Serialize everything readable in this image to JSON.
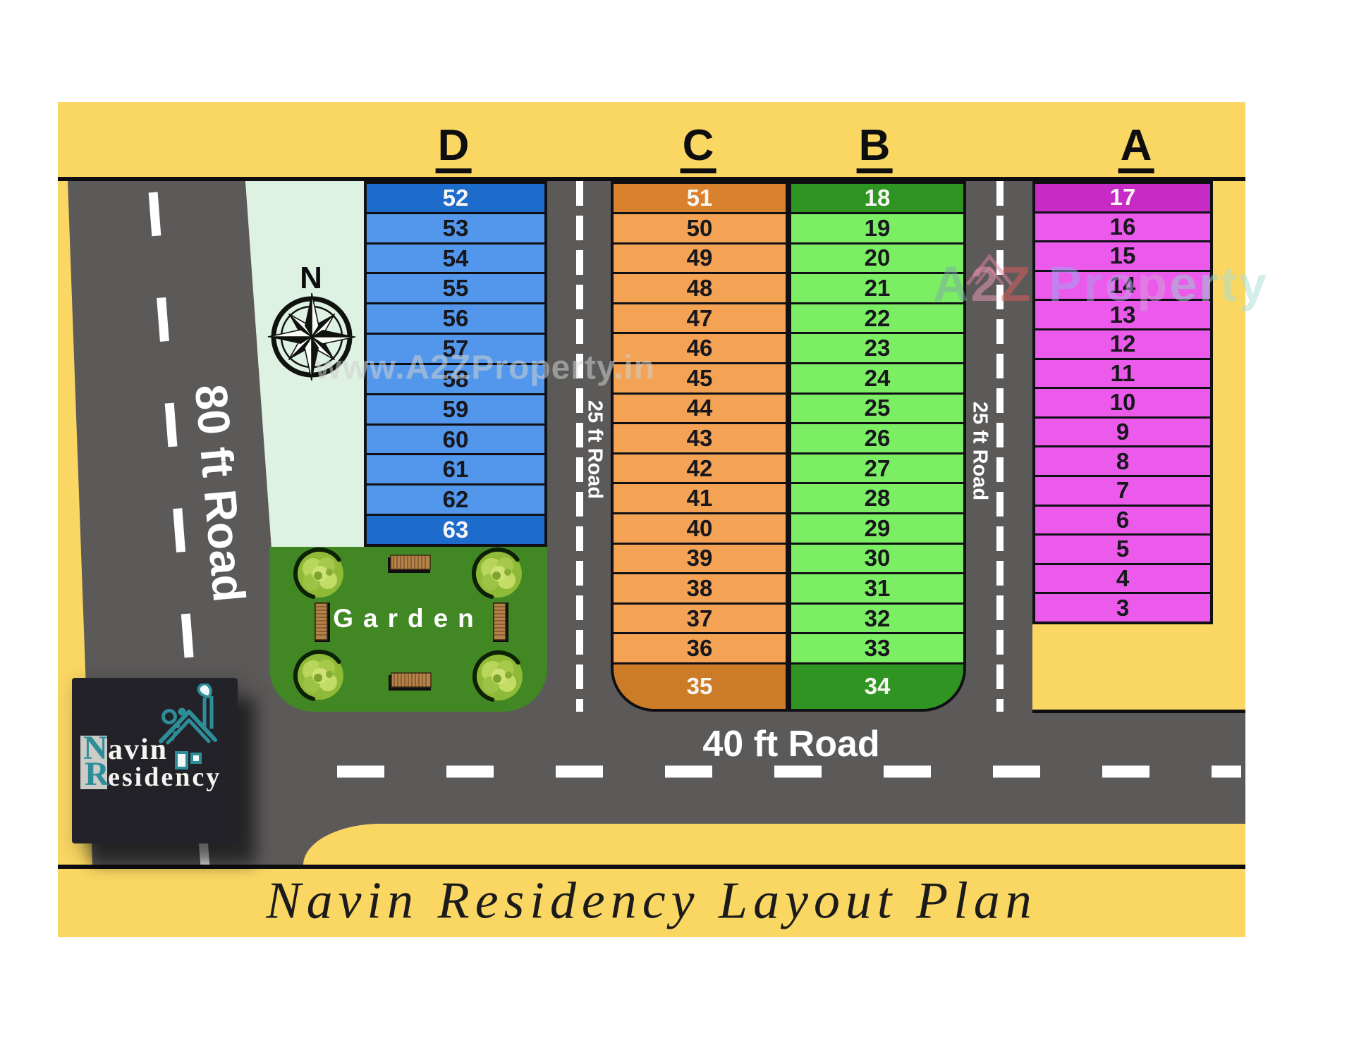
{
  "title": "Navin Residency Layout Plan",
  "compass": {
    "north_label": "N"
  },
  "garden": {
    "label": "Garden"
  },
  "roads": {
    "left_road": "80 ft Road",
    "bottom_road": "40 ft Road",
    "cross_road_1": "25 ft Road",
    "cross_road_2": "25 ft Road"
  },
  "logo": {
    "line1_initial": "N",
    "line1_rest": "avin",
    "line2_initial": "R",
    "line2_rest": "esidency"
  },
  "watermarks": {
    "center_text": "www.A2ZProperty.in",
    "right_letters": [
      {
        "ch": "A",
        "color": "#7fa8a4"
      },
      {
        "ch": "2",
        "color": "#f0a0bc"
      },
      {
        "ch": "Z",
        "color": "#e25c5c"
      },
      {
        "ch": " ",
        "color": "#ffffff"
      },
      {
        "ch": "P",
        "color": "#9aa8ec"
      },
      {
        "ch": "r",
        "color": "#aaa0e8"
      },
      {
        "ch": "o",
        "color": "#b9a8e8"
      },
      {
        "ch": "p",
        "color": "#d5a0d8"
      },
      {
        "ch": "e",
        "color": "#99d5cb"
      },
      {
        "ch": "r",
        "color": "#99d5cb"
      },
      {
        "ch": "t",
        "color": "#a8ddd5"
      },
      {
        "ch": "y",
        "color": "#a8ddd5"
      }
    ]
  },
  "sections": [
    {
      "name": "D",
      "plots": [
        {
          "num": "52",
          "shade": "dark"
        },
        {
          "num": "53",
          "shade": "light"
        },
        {
          "num": "54",
          "shade": "light"
        },
        {
          "num": "55",
          "shade": "light"
        },
        {
          "num": "56",
          "shade": "light"
        },
        {
          "num": "57",
          "shade": "light"
        },
        {
          "num": "58",
          "shade": "light"
        },
        {
          "num": "59",
          "shade": "light"
        },
        {
          "num": "60",
          "shade": "light"
        },
        {
          "num": "61",
          "shade": "light"
        },
        {
          "num": "62",
          "shade": "light"
        },
        {
          "num": "63",
          "shade": "dark"
        }
      ]
    },
    {
      "name": "C",
      "plots": [
        {
          "num": "51",
          "shade": "dark"
        },
        {
          "num": "50",
          "shade": "light"
        },
        {
          "num": "49",
          "shade": "light"
        },
        {
          "num": "48",
          "shade": "light"
        },
        {
          "num": "47",
          "shade": "light"
        },
        {
          "num": "46",
          "shade": "light"
        },
        {
          "num": "45",
          "shade": "light"
        },
        {
          "num": "44",
          "shade": "light"
        },
        {
          "num": "43",
          "shade": "light"
        },
        {
          "num": "42",
          "shade": "light"
        },
        {
          "num": "41",
          "shade": "light"
        },
        {
          "num": "40",
          "shade": "light"
        },
        {
          "num": "39",
          "shade": "light"
        },
        {
          "num": "38",
          "shade": "light"
        },
        {
          "num": "37",
          "shade": "light"
        },
        {
          "num": "36",
          "shade": "light"
        },
        {
          "num": "35",
          "shade": "darker"
        }
      ]
    },
    {
      "name": "B",
      "plots": [
        {
          "num": "18",
          "shade": "dark"
        },
        {
          "num": "19",
          "shade": "light"
        },
        {
          "num": "20",
          "shade": "light"
        },
        {
          "num": "21",
          "shade": "light"
        },
        {
          "num": "22",
          "shade": "light"
        },
        {
          "num": "23",
          "shade": "light"
        },
        {
          "num": "24",
          "shade": "light"
        },
        {
          "num": "25",
          "shade": "light"
        },
        {
          "num": "26",
          "shade": "light"
        },
        {
          "num": "27",
          "shade": "light"
        },
        {
          "num": "28",
          "shade": "light"
        },
        {
          "num": "29",
          "shade": "light"
        },
        {
          "num": "30",
          "shade": "light"
        },
        {
          "num": "31",
          "shade": "light"
        },
        {
          "num": "32",
          "shade": "light"
        },
        {
          "num": "33",
          "shade": "light"
        },
        {
          "num": "34",
          "shade": "dark"
        }
      ]
    },
    {
      "name": "A",
      "plots": [
        {
          "num": "17",
          "shade": "dark"
        },
        {
          "num": "16",
          "shade": "light"
        },
        {
          "num": "15",
          "shade": "light"
        },
        {
          "num": "14",
          "shade": "light"
        },
        {
          "num": "13",
          "shade": "light"
        },
        {
          "num": "12",
          "shade": "light"
        },
        {
          "num": "11",
          "shade": "light"
        },
        {
          "num": "10",
          "shade": "light"
        },
        {
          "num": "9",
          "shade": "light"
        },
        {
          "num": "8",
          "shade": "light"
        },
        {
          "num": "7",
          "shade": "light"
        },
        {
          "num": "6",
          "shade": "light"
        },
        {
          "num": "5",
          "shade": "light"
        },
        {
          "num": "4",
          "shade": "light"
        },
        {
          "num": "3",
          "shade": "light"
        }
      ]
    }
  ],
  "colors": {
    "sheet_yellow": "#FAD763",
    "road_gray": "#5C5959",
    "mint_green": "#DEF2E3",
    "garden_green": "#418723",
    "blue_light": "#5297EB",
    "blue_dark": "#1D6BCB",
    "orange_light": "#F4A355",
    "orange_dark": "#D8822D",
    "green_light": "#7BEE64",
    "green_dark": "#2F9421",
    "magenta_light": "#EC5AEC",
    "magenta_dark": "#C62BC6",
    "line_black": "#0e0e10",
    "logo_teal": "#2d8d99"
  }
}
